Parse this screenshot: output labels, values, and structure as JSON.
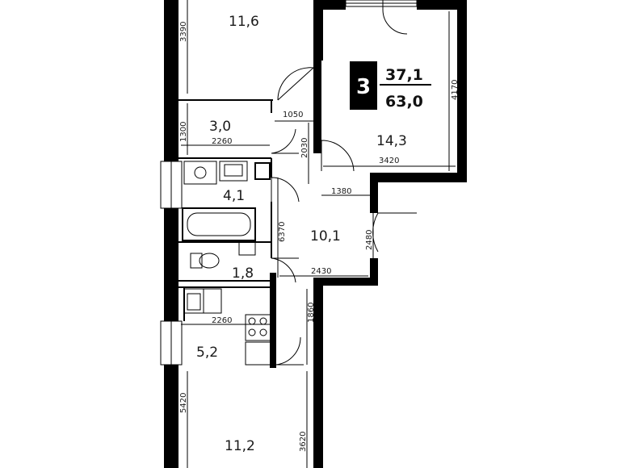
{
  "badge": {
    "rooms": "3",
    "living_area": "37,1",
    "total_area": "63,0"
  },
  "rooms": {
    "bedroom_top": "11,6",
    "storage": "3,0",
    "bedroom_right": "14,3",
    "bathroom": "4,1",
    "hall": "10,1",
    "wc": "1,8",
    "kitchen": "5,2",
    "bedroom_bottom": "11,2"
  },
  "dimensions": {
    "d3390": "3390",
    "d1300": "1300",
    "d2260_top": "2260",
    "d1050": "1050",
    "d2030": "2030",
    "d4170": "4170",
    "d3420": "3420",
    "d1380": "1380",
    "d6370": "6370",
    "d2480": "2480",
    "d2430": "2430",
    "d2260_kitchen": "2260",
    "d1860": "1860",
    "d5420": "5420",
    "d3620": "3620"
  }
}
